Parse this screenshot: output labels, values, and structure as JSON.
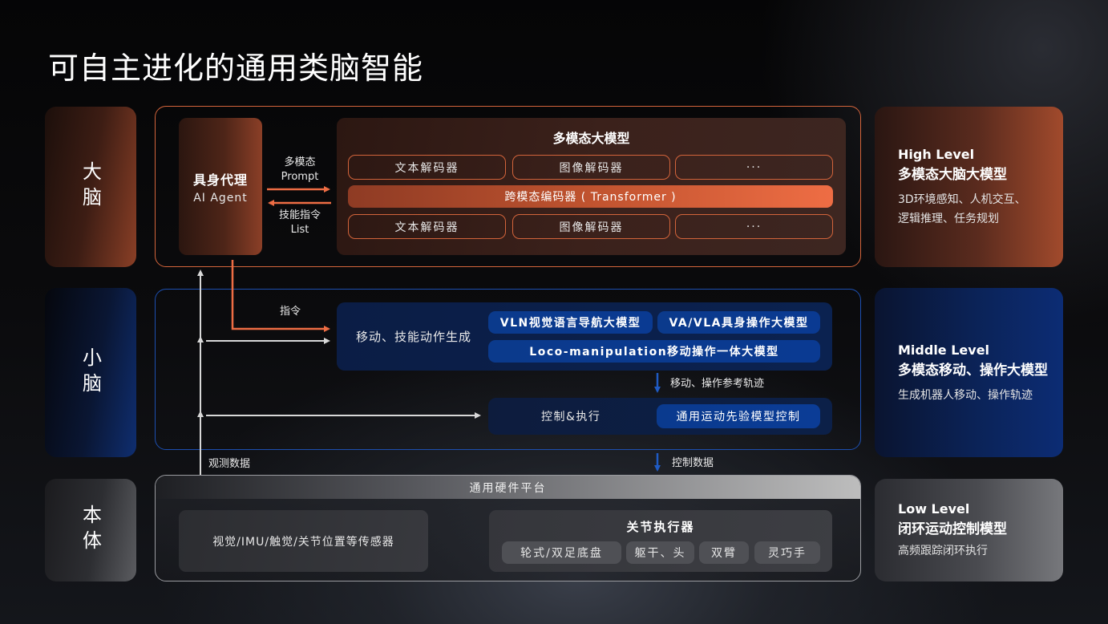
{
  "title": "可自主进化的通用类脑智能",
  "tiers": {
    "brain": "大脑",
    "cerebellum": "小脑",
    "body": "本体"
  },
  "agent": {
    "name_cn": "具身代理",
    "name_en": "AI Agent"
  },
  "agent_links": {
    "prompt_cn": "多模态",
    "prompt_en": "Prompt",
    "list_cn": "技能指令",
    "list_en": "List",
    "command": "指令",
    "observation": "观测数据"
  },
  "multimodal": {
    "title": "多模态大模型",
    "decoders_top": [
      "文本解码器",
      "图像解码器",
      "···"
    ],
    "encoder": "跨模态编码器 ( Transformer )",
    "decoders_bottom": [
      "文本解码器",
      "图像解码器",
      "···"
    ]
  },
  "cerebellum": {
    "generation_label": "移动、技能动作生成",
    "models": {
      "vln": "VLN视觉语言导航大模型",
      "vla": "VA/VLA具身操作大模型",
      "loco": "Loco-manipulation移动操作一体大模型"
    },
    "trajectory_label": "移动、操作参考轨迹",
    "control_label": "控制&执行",
    "control_model": "通用运动先验模型控制",
    "control_data_label": "控制数据"
  },
  "body": {
    "platform": "通用硬件平台",
    "sensors": "视觉/IMU/触觉/关节位置等传感器",
    "joint_title": "关节执行器",
    "joint_parts": [
      "轮式/双足底盘",
      "躯干、头",
      "双臂",
      "灵巧手"
    ]
  },
  "levels": {
    "high": {
      "level": "High Level",
      "name": "多模态大脑大模型",
      "desc": [
        "3D环境感知、人机交互、",
        "逻辑推理、任务规划"
      ]
    },
    "middle": {
      "level": "Middle Level",
      "name": "多模态移动、操作大模型",
      "desc": [
        "生成机器人移动、操作轨迹"
      ]
    },
    "low": {
      "level": "Low Level",
      "name": "闭环运动控制模型",
      "desc": [
        "高频跟踪闭环执行"
      ]
    }
  },
  "colors": {
    "orange_accent": "#ee6d44",
    "orange_border": "#d3643b",
    "blue_accent": "#0b3a8c",
    "blue_border": "#1d4fb0",
    "gray_border": "#9a9ba0",
    "arrow_white": "#d8d8d8",
    "arrow_blue": "#1f5bc4"
  }
}
